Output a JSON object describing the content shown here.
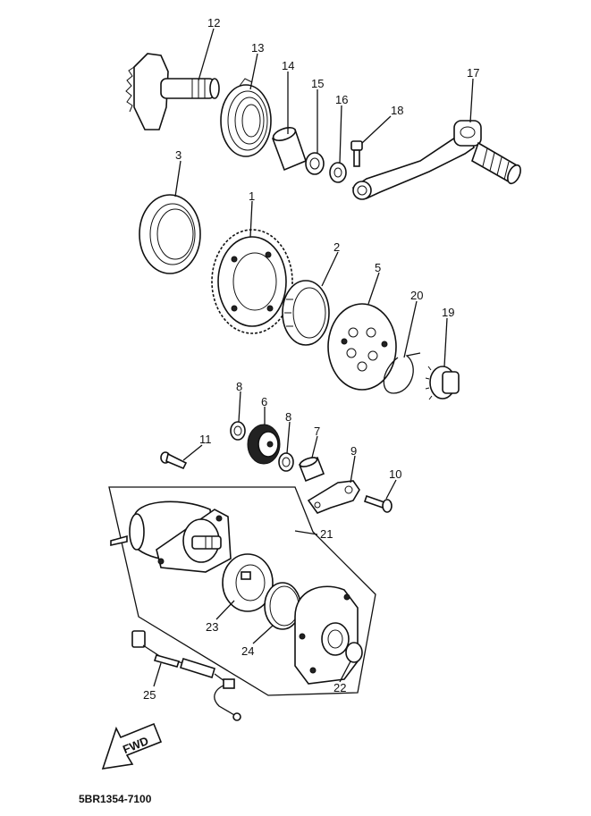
{
  "callouts": [
    "1",
    "2",
    "3",
    "5",
    "6",
    "7",
    "8",
    "8",
    "9",
    "10",
    "11",
    "12",
    "13",
    "14",
    "15",
    "16",
    "17",
    "18",
    "19",
    "20",
    "21",
    "22",
    "23",
    "24",
    "25"
  ],
  "fwd_label": "FWD",
  "diagram_code": "5BR1354-7100"
}
